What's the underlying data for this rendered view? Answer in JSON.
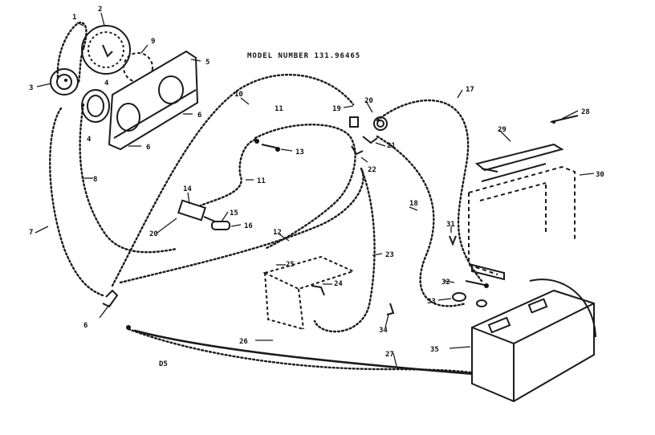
{
  "header": {
    "model_label": "MODEL NUMBER 131.96465"
  },
  "figure": {
    "code": "D5"
  },
  "callouts": {
    "c1": "1",
    "c2": "2",
    "c3": "3",
    "c4": "4",
    "c4b": "4",
    "c5": "5",
    "c6": "6",
    "c6b": "6",
    "c7": "7",
    "c8": "8",
    "c9": "9",
    "c10": "10",
    "c11": "11",
    "c11b": "11",
    "c12": "12",
    "c13": "13",
    "c14": "14",
    "c15": "15",
    "c16": "16",
    "c17": "17",
    "c18": "18",
    "c19": "19",
    "c20": "20",
    "c20b": "20",
    "c21": "21",
    "c22": "22",
    "c23": "23",
    "c24": "24",
    "c25": "25",
    "c26": "26",
    "c27": "27",
    "c28": "28",
    "c29": "29",
    "c30": "30",
    "c31": "31",
    "c32": "32",
    "c33": "33",
    "c34": "34",
    "c35": "35"
  }
}
